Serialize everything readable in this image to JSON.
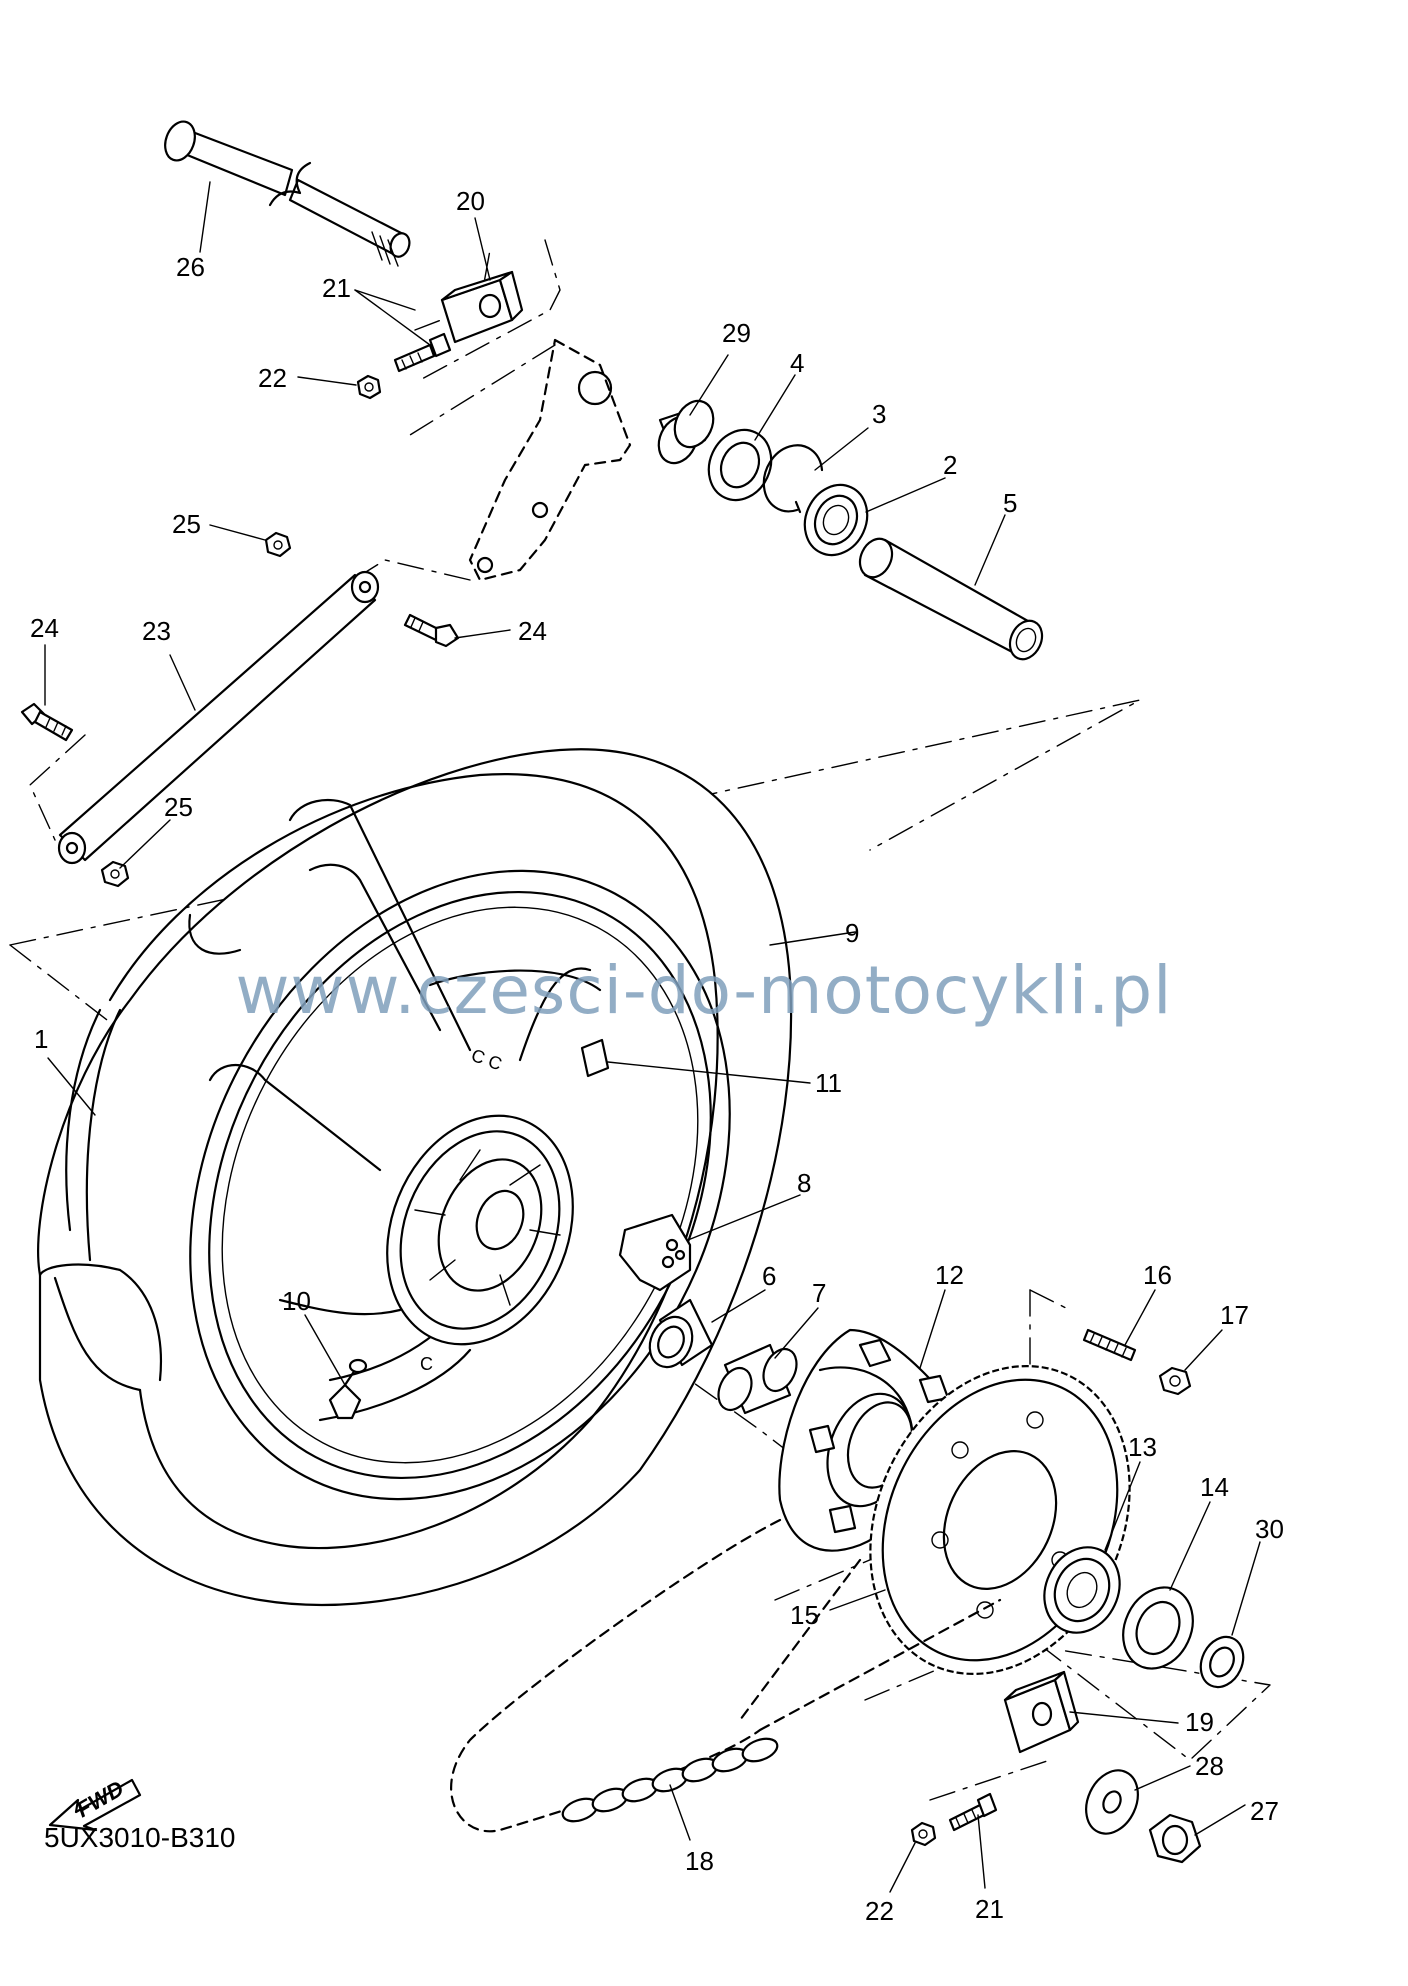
{
  "diagram_code": "5UX3010-B310",
  "watermark": "www.czesci-do-motocykli.pl",
  "fwd_label": "FWD",
  "callouts": [
    "1",
    "2",
    "3",
    "4",
    "5",
    "6",
    "7",
    "8",
    "9",
    "10",
    "11",
    "12",
    "13",
    "14",
    "15",
    "16",
    "17",
    "18",
    "19",
    "20",
    "21",
    "21",
    "22",
    "22",
    "23",
    "24",
    "24",
    "25",
    "25",
    "26",
    "27",
    "28",
    "29",
    "30"
  ]
}
